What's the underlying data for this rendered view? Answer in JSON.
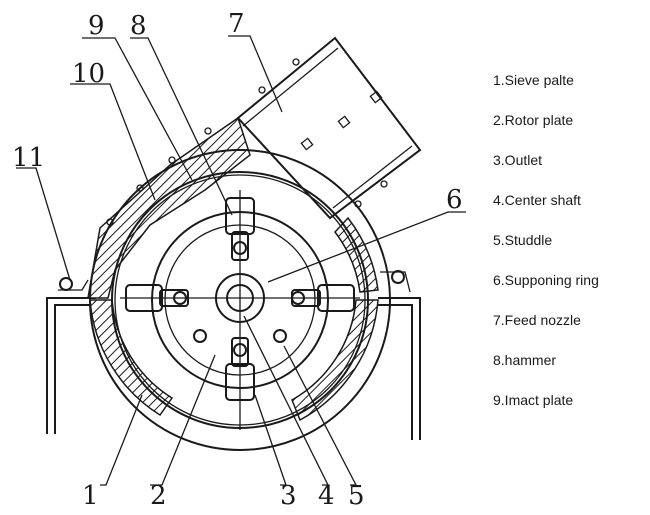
{
  "callouts": {
    "n1": "1",
    "n2": "2",
    "n3": "3",
    "n4": "4",
    "n5": "5",
    "n6": "6",
    "n7": "7",
    "n8": "8",
    "n9": "9",
    "n10": "10",
    "n11": "11"
  },
  "legend": [
    "1.Sieve palte",
    "2.Rotor plate",
    "3.Outlet",
    "4.Center shaft",
    "5.Studdle",
    "6.Supponing ring",
    "7.Feed nozzle",
    "8.hammer",
    "9.Imact plate"
  ]
}
